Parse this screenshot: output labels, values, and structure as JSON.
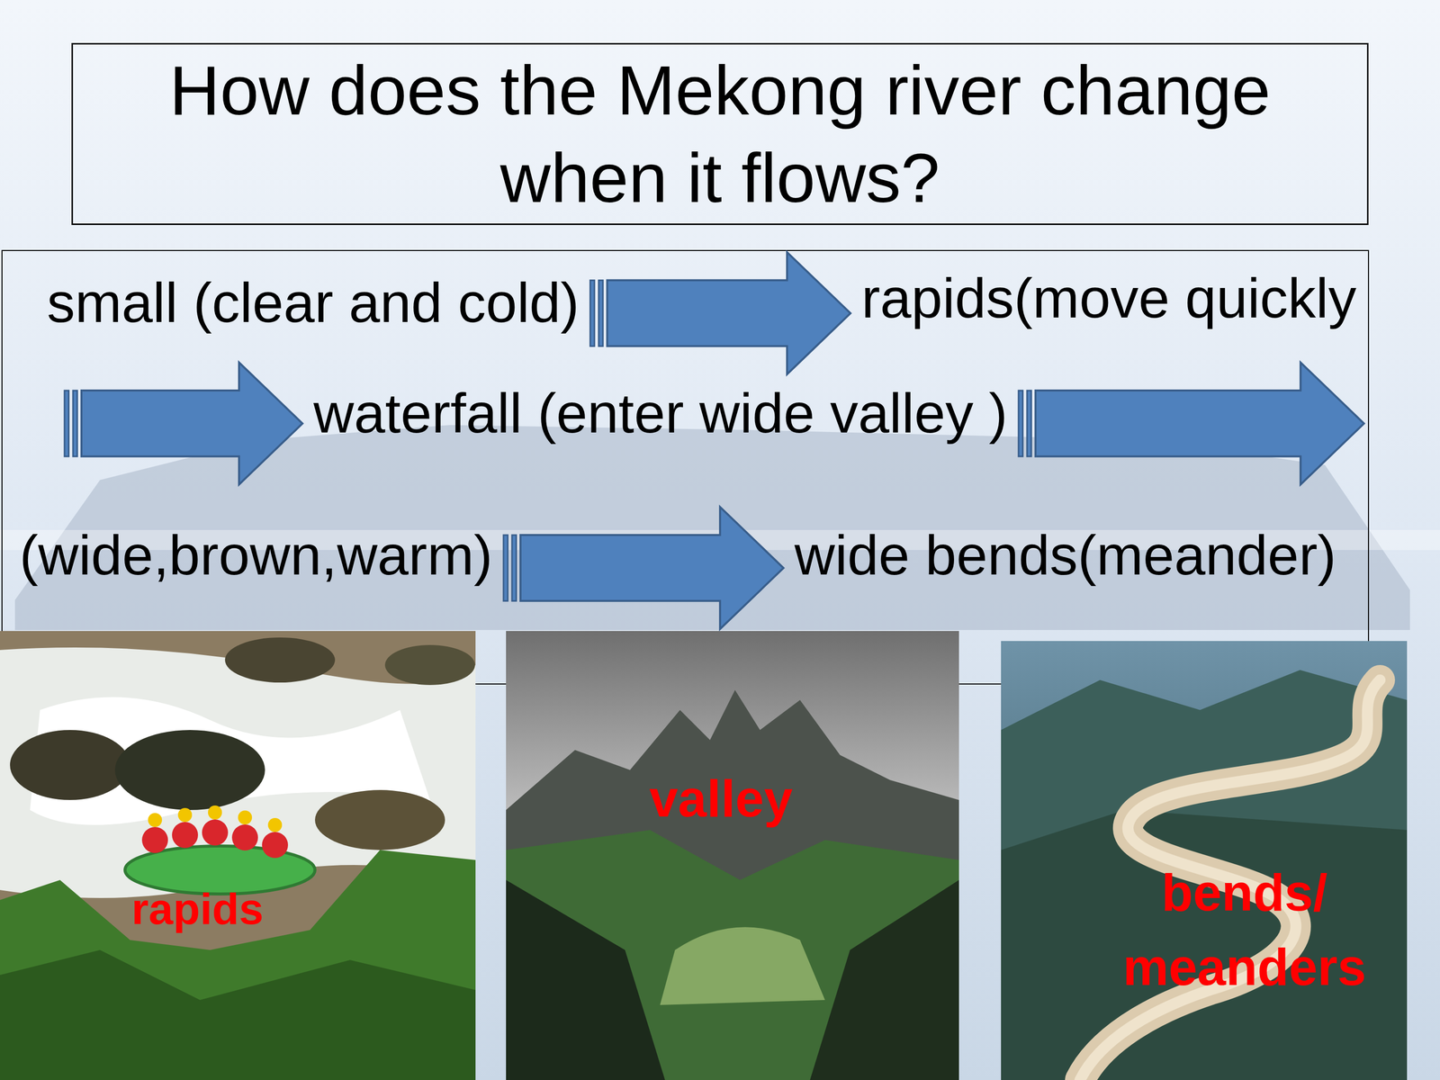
{
  "diagram": {
    "title": "How does the Mekong river change when it flows?",
    "nodes": [
      {
        "text": [
          "small (clear and cold)"
        ]
      },
      {
        "text": [
          "rapids(move quickly"
        ]
      },
      {
        "text": [
          "waterfall (enter wide valley )"
        ]
      },
      {
        "text": [
          "(wide,brown,warm)"
        ]
      },
      {
        "text": [
          "wide bends(meander)"
        ]
      }
    ],
    "edges": [
      {
        "from": 0,
        "to": 1,
        "arrow": "to"
      },
      {
        "from": 1,
        "to": 2,
        "arrow": "to"
      },
      {
        "from": 2,
        "to": 3,
        "arrow": "to"
      },
      {
        "from": 3,
        "to": 4,
        "arrow": "to"
      }
    ],
    "labels": [
      "rapids",
      "valley",
      "bends/ meanders"
    ]
  }
}
